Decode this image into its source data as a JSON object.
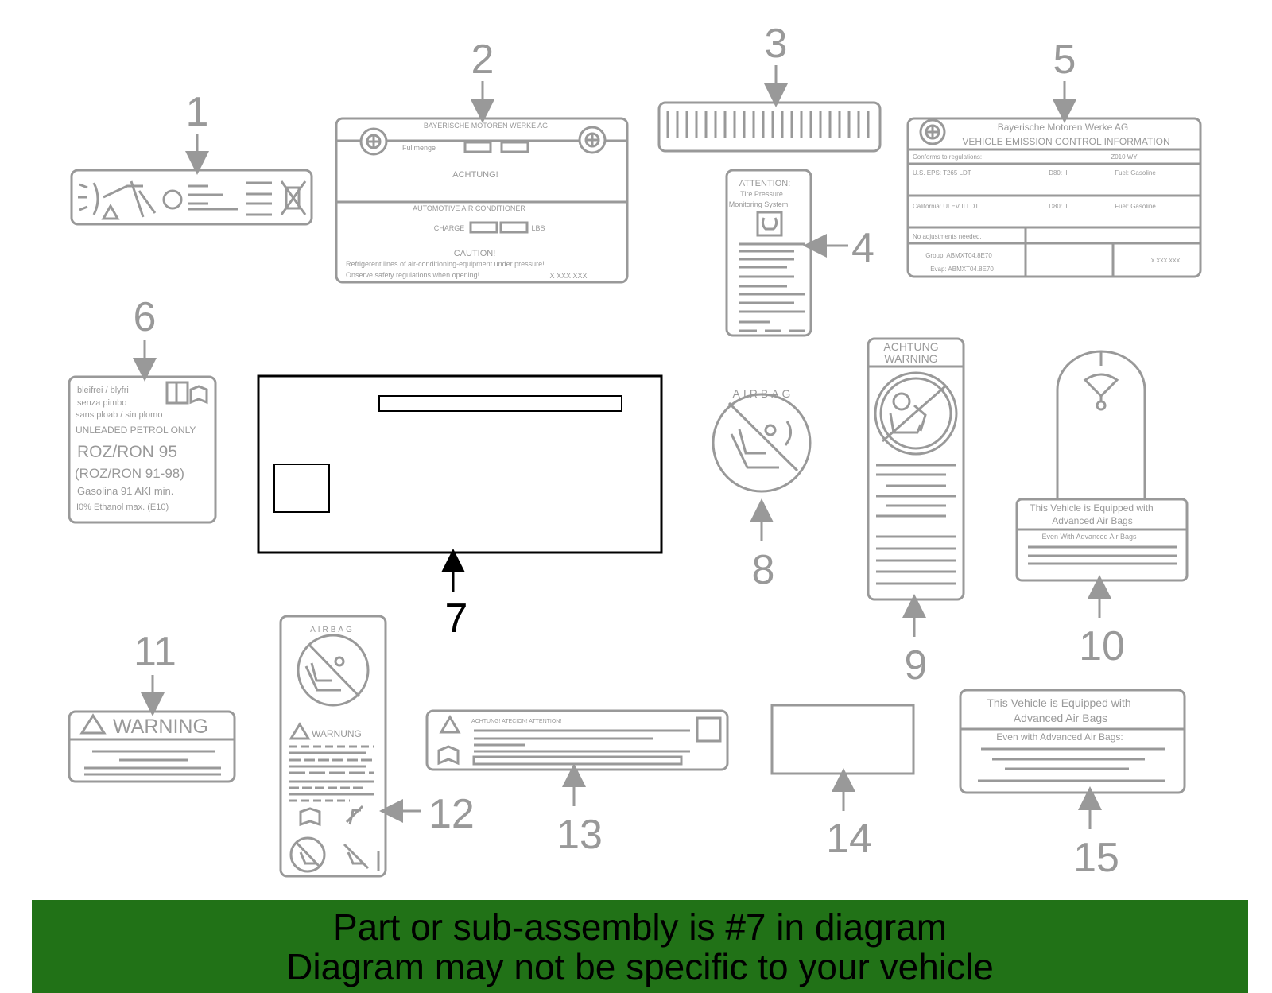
{
  "callouts": [
    "1",
    "2",
    "3",
    "4",
    "5",
    "6",
    "7",
    "8",
    "9",
    "10",
    "11",
    "12",
    "13",
    "14",
    "15"
  ],
  "highlighted_callout": "7",
  "colors": {
    "label_lines": "#999999",
    "highlight": "#000000",
    "banner_bg": "#217217",
    "banner_text": "#000000"
  },
  "label2": {
    "maker": "BAYERISCHE MOTOREN WERKE AG",
    "fill": "Fullmenge",
    "achtung": "ACHTUNG!",
    "ac": "AUTOMOTIVE AIR CONDITIONER",
    "charge": "CHARGE",
    "lbs": "LBS",
    "caution": "CAUTION!",
    "line1": "Refrigerent lines of air-conditioning-equipment under pressure!",
    "line2": "Onserve safety regulations when opening!",
    "code": "X XXX XXX"
  },
  "label4": {
    "attention": "ATTENTION:",
    "line1": "Tire Pressure",
    "line2": "Monitoring System"
  },
  "label5": {
    "maker": "Bayerische Motoren Werke AG",
    "title": "VEHICLE EMISSION CONTROL INFORMATION",
    "conforms": "Conforms to regulations:",
    "model_year": "Z010 WY",
    "us": "U.S. EPS: T265 LDT",
    "d80a": "D80: II",
    "fuel_a": "Fuel: Gasoline",
    "ca": "California: ULEV II LDT",
    "d80b": "D80: II",
    "fuel_b": "Fuel: Gasoline",
    "noadj": "No adjustments needed.",
    "group": "Group: ABMXT04.8E70",
    "evap": "Evap: ABMXT04.8E70",
    "code": "X XXX XXX"
  },
  "label6": {
    "l1": "bleifrei / blyfri",
    "l2": "senza pimbo",
    "l3": "sans ploab  / sin plomo",
    "l4": "UNLEADED PETROL ONLY",
    "l5": "ROZ/RON 95",
    "l6": "(ROZ/RON 91-98)",
    "l7": "Gasolina 91 AKI min.",
    "l8": "I0% Ethanol max. (E10)"
  },
  "label8": {
    "airbag": "AIRBAG"
  },
  "label9": {
    "l1": "ACHTUNG",
    "l2": "WARNING"
  },
  "label10": {
    "l1": "This Vehicle is Equipped with",
    "l2": "Advanced Air Bags",
    "l3": "Even With Advanced Air Bags"
  },
  "label11": {
    "warning": "WARNING"
  },
  "label12": {
    "airbag": "AIRBAG",
    "warnung": "WARNUNG"
  },
  "label13": {
    "header": "ACHTUNG!  ATECION!  ATTENTION!"
  },
  "label15": {
    "l1": "This  Vehicle is Equipped with",
    "l2": "Advanced Air Bags",
    "l3": "Even with Advanced Air Bags:"
  },
  "banner": {
    "line1": "Part or sub-assembly is #7 in diagram",
    "line2": "Diagram may not be specific to your vehicle"
  }
}
